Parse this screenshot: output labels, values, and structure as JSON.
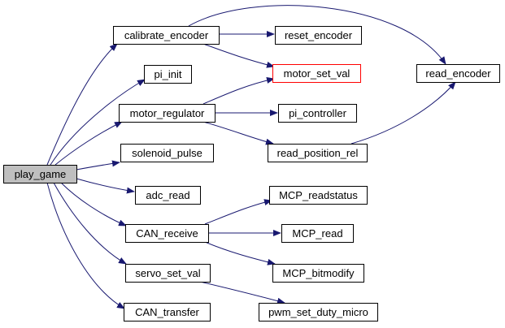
{
  "graph": {
    "nodes": [
      {
        "id": "play_game",
        "label": "play_game",
        "root": true
      },
      {
        "id": "calibrate_encoder",
        "label": "calibrate_encoder"
      },
      {
        "id": "reset_encoder",
        "label": "reset_encoder"
      },
      {
        "id": "motor_set_val",
        "label": "motor_set_val",
        "highlight": true
      },
      {
        "id": "read_encoder",
        "label": "read_encoder"
      },
      {
        "id": "pi_init",
        "label": "pi_init"
      },
      {
        "id": "motor_regulator",
        "label": "motor_regulator"
      },
      {
        "id": "pi_controller",
        "label": "pi_controller"
      },
      {
        "id": "read_position_rel",
        "label": "read_position_rel"
      },
      {
        "id": "solenoid_pulse",
        "label": "solenoid_pulse"
      },
      {
        "id": "adc_read",
        "label": "adc_read"
      },
      {
        "id": "CAN_receive",
        "label": "CAN_receive"
      },
      {
        "id": "MCP_readstatus",
        "label": "MCP_readstatus"
      },
      {
        "id": "MCP_read",
        "label": "MCP_read"
      },
      {
        "id": "MCP_bitmodify",
        "label": "MCP_bitmodify"
      },
      {
        "id": "servo_set_val",
        "label": "servo_set_val"
      },
      {
        "id": "CAN_transfer",
        "label": "CAN_transfer"
      },
      {
        "id": "pwm_set_duty_micro",
        "label": "pwm_set_duty_micro"
      }
    ],
    "edges": [
      [
        "play_game",
        "calibrate_encoder"
      ],
      [
        "play_game",
        "pi_init"
      ],
      [
        "play_game",
        "motor_regulator"
      ],
      [
        "play_game",
        "solenoid_pulse"
      ],
      [
        "play_game",
        "adc_read"
      ],
      [
        "play_game",
        "CAN_receive"
      ],
      [
        "play_game",
        "servo_set_val"
      ],
      [
        "play_game",
        "CAN_transfer"
      ],
      [
        "calibrate_encoder",
        "reset_encoder"
      ],
      [
        "calibrate_encoder",
        "motor_set_val"
      ],
      [
        "calibrate_encoder",
        "read_encoder"
      ],
      [
        "motor_regulator",
        "motor_set_val"
      ],
      [
        "motor_regulator",
        "pi_controller"
      ],
      [
        "motor_regulator",
        "read_position_rel"
      ],
      [
        "read_position_rel",
        "read_encoder"
      ],
      [
        "CAN_receive",
        "MCP_readstatus"
      ],
      [
        "CAN_receive",
        "MCP_read"
      ],
      [
        "CAN_receive",
        "MCP_bitmodify"
      ],
      [
        "servo_set_val",
        "pwm_set_duty_micro"
      ]
    ],
    "colors": {
      "edge": "#191970",
      "node_border": "#000000",
      "highlight_border": "#ff0000",
      "root_fill": "#bfbfbf",
      "node_fill": "#ffffff"
    }
  }
}
